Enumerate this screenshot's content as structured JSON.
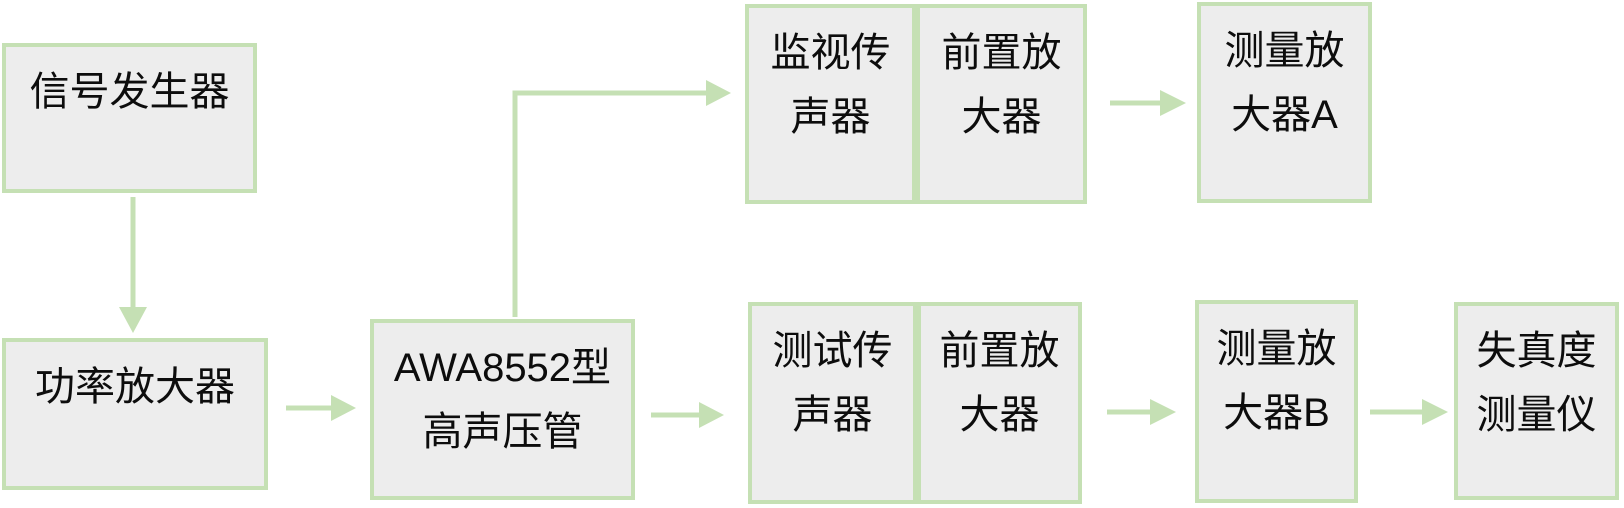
{
  "diagram_type": "flowchart",
  "colors": {
    "box_border": "#c5e0b4",
    "box_fill": "#ededed",
    "arrow": "#c5e0b4",
    "background": "#ffffff",
    "text": "#0d0d0d"
  },
  "nodes": [
    {
      "id": "signal-generator",
      "label": "信号发生器",
      "lines": [
        "信号发生器"
      ]
    },
    {
      "id": "power-amplifier",
      "label": "功率放大器",
      "lines": [
        "功率放大器"
      ]
    },
    {
      "id": "awa8552-tube",
      "label": "AWA8552型高声压管",
      "lines": [
        "AWA8552型",
        "高声压管"
      ]
    },
    {
      "id": "monitor-microphone",
      "label": "监视传声器",
      "lines": [
        "监视传",
        "声器"
      ]
    },
    {
      "id": "preamplifier-top",
      "label": "前置放大器",
      "lines": [
        "前置放",
        "大器"
      ]
    },
    {
      "id": "measuring-amplifier-a",
      "label": "测量放大器A",
      "lines": [
        "测量放",
        "大器A"
      ]
    },
    {
      "id": "test-microphone",
      "label": "测试传声器",
      "lines": [
        "测试传",
        "声器"
      ]
    },
    {
      "id": "preamplifier-bottom",
      "label": "前置放大器",
      "lines": [
        "前置放",
        "大器"
      ]
    },
    {
      "id": "measuring-amplifier-b",
      "label": "测量放大器B",
      "lines": [
        "测量放",
        "大器B"
      ]
    },
    {
      "id": "distortion-meter",
      "label": "失真度测量仪",
      "lines": [
        "失真度",
        "测量仪"
      ]
    }
  ],
  "edges": [
    {
      "from": "signal-generator",
      "to": "power-amplifier",
      "shape": "straight-down"
    },
    {
      "from": "power-amplifier",
      "to": "awa8552-tube",
      "shape": "straight-right"
    },
    {
      "from": "awa8552-tube",
      "to": "monitor-microphone",
      "shape": "elbow-up-right"
    },
    {
      "from": "awa8552-tube",
      "to": "test-microphone",
      "shape": "straight-right"
    },
    {
      "from": "preamplifier-top",
      "to": "measuring-amplifier-a",
      "shape": "straight-right"
    },
    {
      "from": "preamplifier-bottom",
      "to": "measuring-amplifier-b",
      "shape": "straight-right"
    },
    {
      "from": "measuring-amplifier-b",
      "to": "distortion-meter",
      "shape": "straight-right"
    }
  ]
}
